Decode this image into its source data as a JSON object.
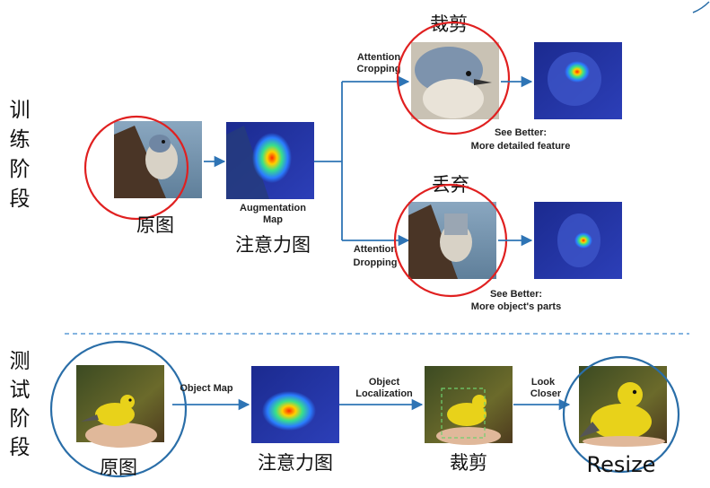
{
  "stages": {
    "train": [
      "训",
      "练",
      "阶",
      "段"
    ],
    "test": [
      "测",
      "试",
      "阶",
      "段"
    ]
  },
  "train": {
    "original_label": "原图",
    "aug_map_label": [
      "Augmentation",
      "Map"
    ],
    "attention_map_label": "注意力图",
    "crop_title": "裁剪",
    "drop_title": "丢弃",
    "attention_cropping": [
      "Attention",
      "Cropping"
    ],
    "attention_dropping": [
      "Attention",
      "Dropping"
    ],
    "see_better_crop": [
      "See Better:",
      "More detailed feature"
    ],
    "see_better_drop": [
      "See Better:",
      "More object's parts"
    ]
  },
  "test": {
    "original_label": "原图",
    "object_map": "Object Map",
    "attention_map_label": "注意力图",
    "object_localization": [
      "Object",
      "Localization"
    ],
    "crop_label": "裁剪",
    "look_closer": [
      "Look",
      "Closer"
    ],
    "resize_label": "Resize"
  },
  "colors": {
    "red_circle": "#e02020",
    "blue_circle": "#2a6ea8",
    "arrow": "#2e74b5",
    "divider": "#5b9bd5"
  }
}
